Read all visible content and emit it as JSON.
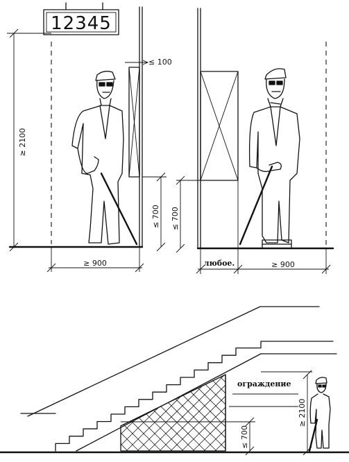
{
  "sign": {
    "number": "12345"
  },
  "dimensions": {
    "height_min_left": "≥ 2100",
    "gap_max": "≤ 100",
    "height_max_left": "≤ 700",
    "width_min_left": "≥ 900",
    "height_max_right": "≤ 700",
    "width_any": "любое.",
    "width_min_right": "≥ 900",
    "height_min_stair": "≥ 2100",
    "height_max_stair": "≤ 700"
  },
  "labels": {
    "railing": "ограждение"
  }
}
